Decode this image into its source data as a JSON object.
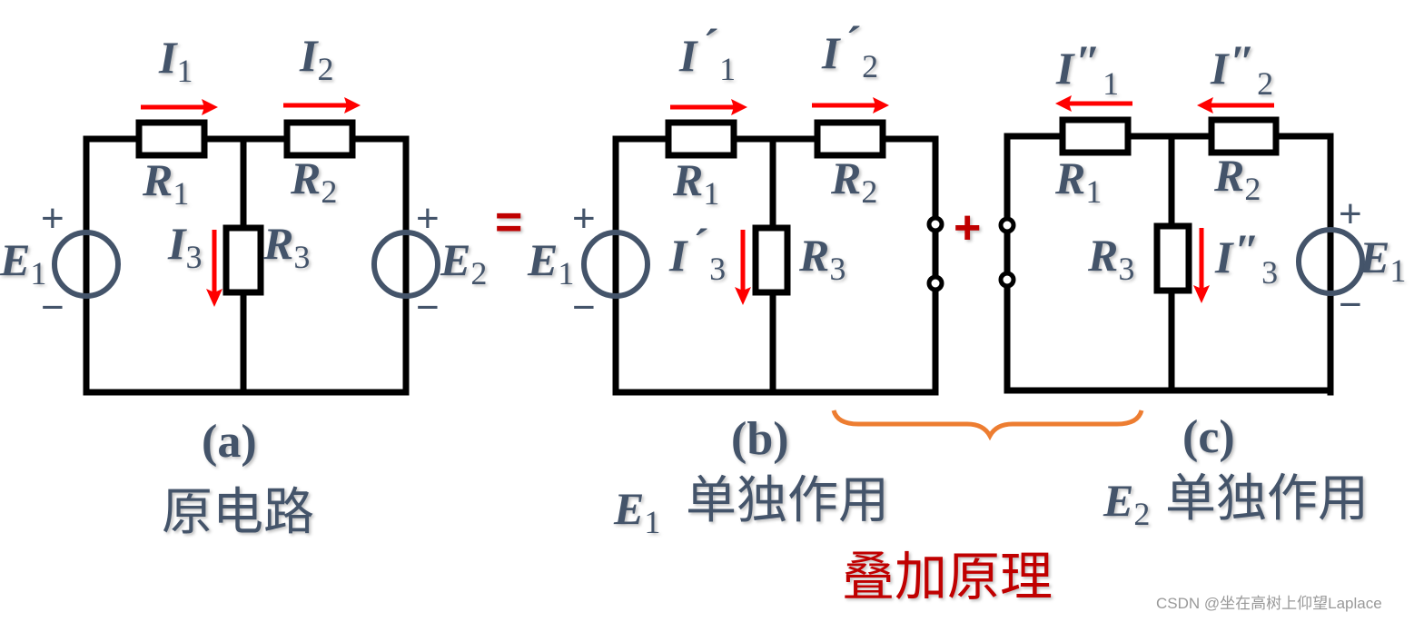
{
  "colors": {
    "label": "#44546a",
    "wire": "#000000",
    "current_arrow": "#ff0000",
    "operator": "#c00000",
    "brace": "#ed7d31",
    "watermark": "#999999"
  },
  "operators": {
    "equals": "=",
    "plus": "+"
  },
  "circuits": [
    {
      "id": "a",
      "caption": "(a)",
      "description": "原电路",
      "currents": [
        {
          "symbol": "I",
          "prime": "",
          "sub": "1",
          "direction": "right"
        },
        {
          "symbol": "I",
          "prime": "",
          "sub": "2",
          "direction": "right"
        },
        {
          "symbol": "I",
          "prime": "",
          "sub": "3",
          "direction": "down"
        }
      ],
      "resistors": [
        {
          "symbol": "R",
          "sub": "1"
        },
        {
          "symbol": "R",
          "sub": "2"
        },
        {
          "symbol": "R",
          "sub": "3"
        }
      ],
      "sources": [
        {
          "symbol": "E",
          "sub": "1",
          "plus": "+",
          "minus": "−"
        },
        {
          "symbol": "E",
          "sub": "2",
          "plus": "+",
          "minus": "−"
        }
      ]
    },
    {
      "id": "b",
      "caption": "(b)",
      "source_label": {
        "symbol": "E",
        "sub": "1"
      },
      "description": "单独作用",
      "currents": [
        {
          "symbol": "I",
          "prime": "´",
          "sub": "1",
          "direction": "right"
        },
        {
          "symbol": "I",
          "prime": "´",
          "sub": "2",
          "direction": "right"
        },
        {
          "symbol": "I",
          "prime": "´",
          "sub": "3",
          "direction": "down"
        }
      ],
      "resistors": [
        {
          "symbol": "R",
          "sub": "1"
        },
        {
          "symbol": "R",
          "sub": "2"
        },
        {
          "symbol": "R",
          "sub": "3"
        }
      ],
      "sources": [
        {
          "symbol": "E",
          "sub": "1",
          "plus": "+",
          "minus": "−"
        }
      ]
    },
    {
      "id": "c",
      "caption": "(c)",
      "source_label": {
        "symbol": "E",
        "sub": "2"
      },
      "description": "单独作用",
      "currents": [
        {
          "symbol": "I",
          "prime": "″",
          "sub": "1",
          "direction": "left"
        },
        {
          "symbol": "I",
          "prime": "″",
          "sub": "2",
          "direction": "left"
        },
        {
          "symbol": "I",
          "prime": "″",
          "sub": "3",
          "direction": "down"
        }
      ],
      "resistors": [
        {
          "symbol": "R",
          "sub": "1"
        },
        {
          "symbol": "R",
          "sub": "2"
        },
        {
          "symbol": "R",
          "sub": "3"
        }
      ],
      "sources": [
        {
          "symbol": "E",
          "sub": "1",
          "plus": "+",
          "minus": "−"
        }
      ]
    }
  ],
  "principle_title": "叠加原理",
  "watermark": "CSDN @坐在高树上仰望Laplace"
}
